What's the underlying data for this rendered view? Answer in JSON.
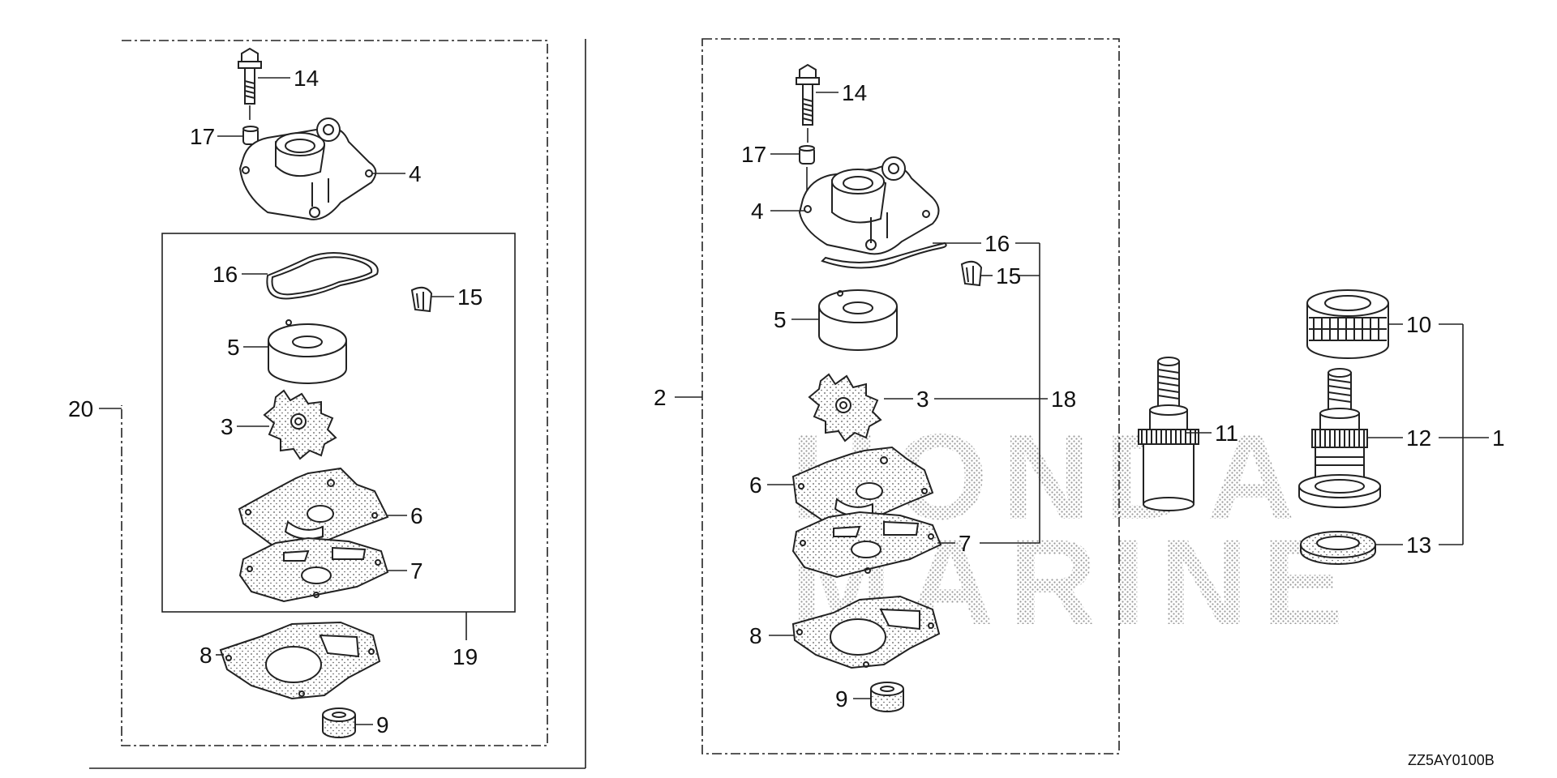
{
  "diagram": {
    "watermark": [
      "HONDA",
      "MARINE"
    ],
    "reference_code": "ZZ5AY0100B",
    "left_group": {
      "labels": {
        "l14": "14",
        "l17": "17",
        "l4": "4",
        "l16": "16",
        "l15": "15",
        "l5": "5",
        "l3": "3",
        "l6": "6",
        "l7": "7",
        "l8": "8",
        "l9": "9",
        "l19": "19",
        "l20": "20"
      }
    },
    "middle_group": {
      "labels": {
        "l14": "14",
        "l17": "17",
        "l4": "4",
        "l16": "16",
        "l15": "15",
        "l5": "5",
        "l3": "3",
        "l18": "18",
        "l6": "6",
        "l7": "7",
        "l8": "8",
        "l9": "9",
        "l2": "2"
      }
    },
    "right_group": {
      "labels": {
        "l11": "11",
        "l10": "10",
        "l12": "12",
        "l1": "1",
        "l13": "13"
      }
    }
  }
}
